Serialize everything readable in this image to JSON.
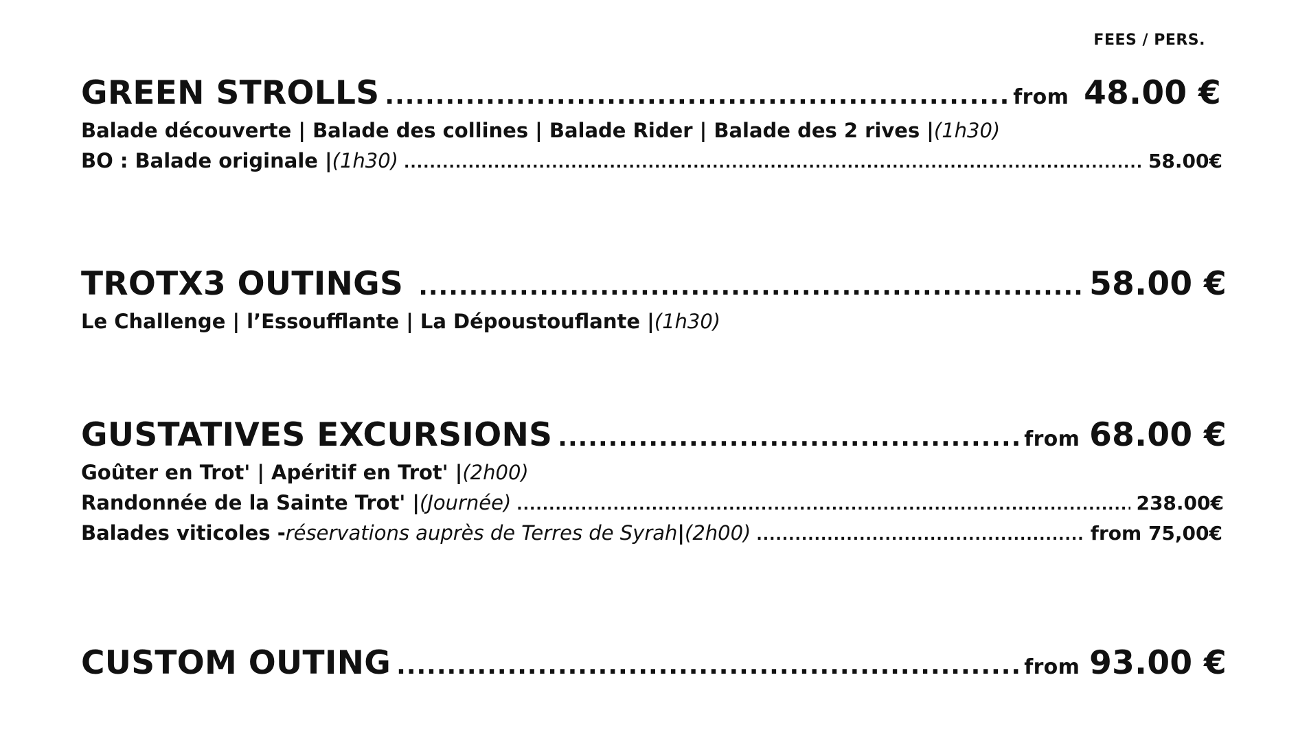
{
  "header": {
    "fees_label": "FEES / PERS."
  },
  "sections": [
    {
      "title": "GREEN STROLLS",
      "from": "from",
      "price": "48.00 €",
      "lines": [
        {
          "text": "Balade découverte | Balade des collines | Balade Rider | Balade des 2 rives | ",
          "italic": "(1h30)"
        },
        {
          "text": "BO : Balade originale | ",
          "italic": "(1h30)",
          "price": "58.00€"
        }
      ]
    },
    {
      "title": "TROTX3 OUTINGS",
      "price": "58.00 €",
      "lines": [
        {
          "text": "Le Challenge | l’Essoufflante | La Dépoustouflante | ",
          "italic": "(1h30)"
        }
      ]
    },
    {
      "title": "GUSTATIVES EXCURSIONS",
      "from": "from",
      "price": "68.00 €",
      "lines": [
        {
          "text": "Goûter en Trot' | Apéritif en Trot' | ",
          "italic": "(2h00)"
        },
        {
          "text": "Randonnée de la Sainte Trot' | ",
          "italic": "(Journée)",
          "price": "238.00€"
        },
        {
          "text": "Balades viticoles - ",
          "italic": "réservations auprès de Terres de Syrah",
          "text2": " | ",
          "italic2": "(2h00)",
          "price": "from 75,00€"
        }
      ]
    },
    {
      "title": "CUSTOM OUTING",
      "from": "from",
      "price": "93.00 €"
    }
  ]
}
